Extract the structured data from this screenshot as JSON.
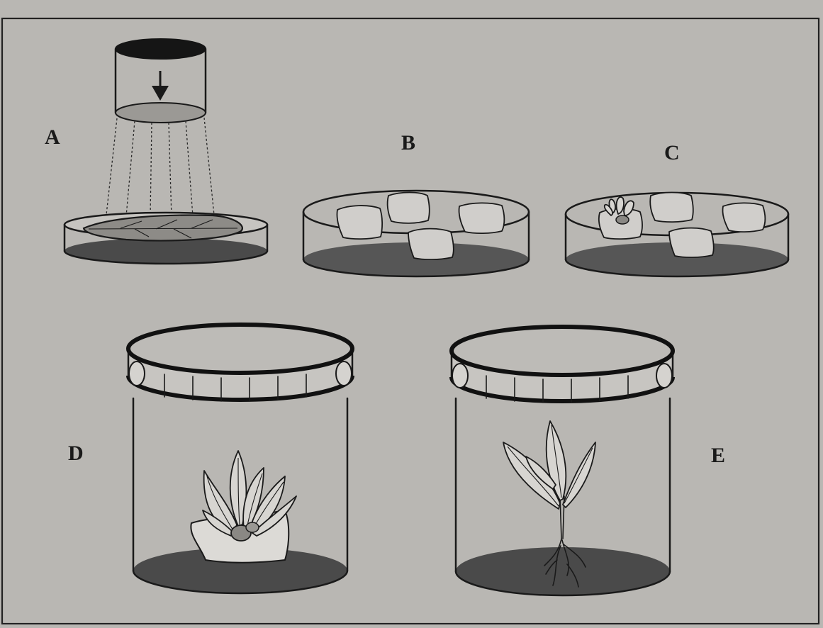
{
  "figure": {
    "panels": [
      {
        "id": "A",
        "label": "A",
        "content": "leaf-disc-cutting"
      },
      {
        "id": "B",
        "label": "B",
        "content": "leaf-discs-on-medium"
      },
      {
        "id": "C",
        "label": "C",
        "content": "shoot-regeneration"
      },
      {
        "id": "D",
        "label": "D",
        "content": "shoots-in-culture-jar"
      },
      {
        "id": "E",
        "label": "E",
        "content": "rooted-plantlet-in-jar"
      }
    ]
  },
  "colors": {
    "background": "#b9b7b3",
    "line": "#1a1a1a",
    "medium": "#4a4a4a",
    "tissue": "#d0cecb"
  }
}
